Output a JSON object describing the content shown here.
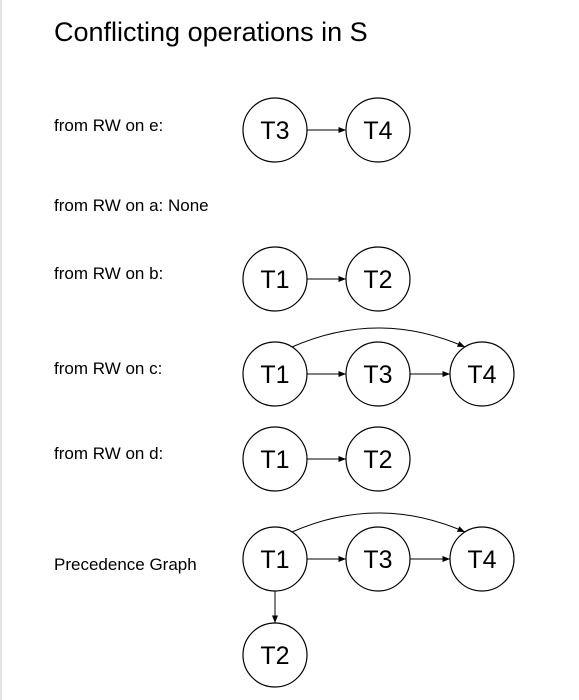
{
  "title": "Conflicting operations in S",
  "rows": [
    {
      "label": "from RW on e:",
      "nodes": [
        "T3",
        "T4"
      ],
      "edges": [
        [
          "T3",
          "T4"
        ]
      ]
    },
    {
      "label": "from RW on a: None",
      "nodes": [],
      "edges": []
    },
    {
      "label": "from RW on b:",
      "nodes": [
        "T1",
        "T2"
      ],
      "edges": [
        [
          "T1",
          "T2"
        ]
      ]
    },
    {
      "label": "from RW on c:",
      "nodes": [
        "T1",
        "T3",
        "T4"
      ],
      "edges": [
        [
          "T1",
          "T3"
        ],
        [
          "T3",
          "T4"
        ],
        [
          "T1",
          "T4"
        ]
      ]
    },
    {
      "label": "from RW on d:",
      "nodes": [
        "T1",
        "T2"
      ],
      "edges": [
        [
          "T1",
          "T2"
        ]
      ]
    },
    {
      "label": "Precedence Graph",
      "nodes": [
        "T1",
        "T3",
        "T4",
        "T2"
      ],
      "edges": [
        [
          "T1",
          "T3"
        ],
        [
          "T3",
          "T4"
        ],
        [
          "T1",
          "T4"
        ],
        [
          "T1",
          "T2"
        ]
      ]
    }
  ]
}
